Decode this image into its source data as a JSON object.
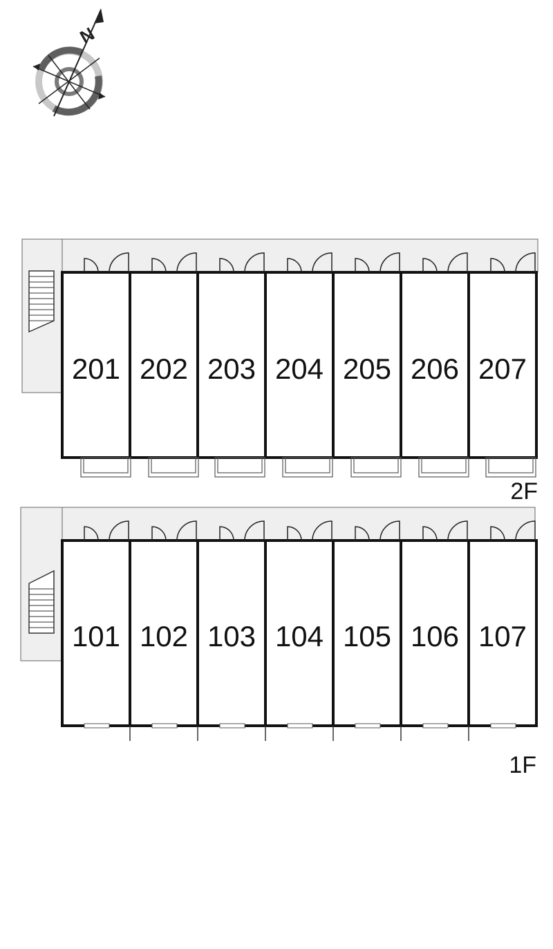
{
  "compass": {
    "north_label": "N",
    "icon": "compass-rose-icon"
  },
  "floors": [
    {
      "label": "2F",
      "units": [
        "201",
        "202",
        "203",
        "204",
        "205",
        "206",
        "207"
      ]
    },
    {
      "label": "1F",
      "units": [
        "101",
        "102",
        "103",
        "104",
        "105",
        "106",
        "107"
      ]
    }
  ],
  "colors": {
    "corridor": "#efefef",
    "wall": "#111111",
    "compass_dark": "#5f5f5f",
    "compass_light": "#c8c8c8"
  }
}
